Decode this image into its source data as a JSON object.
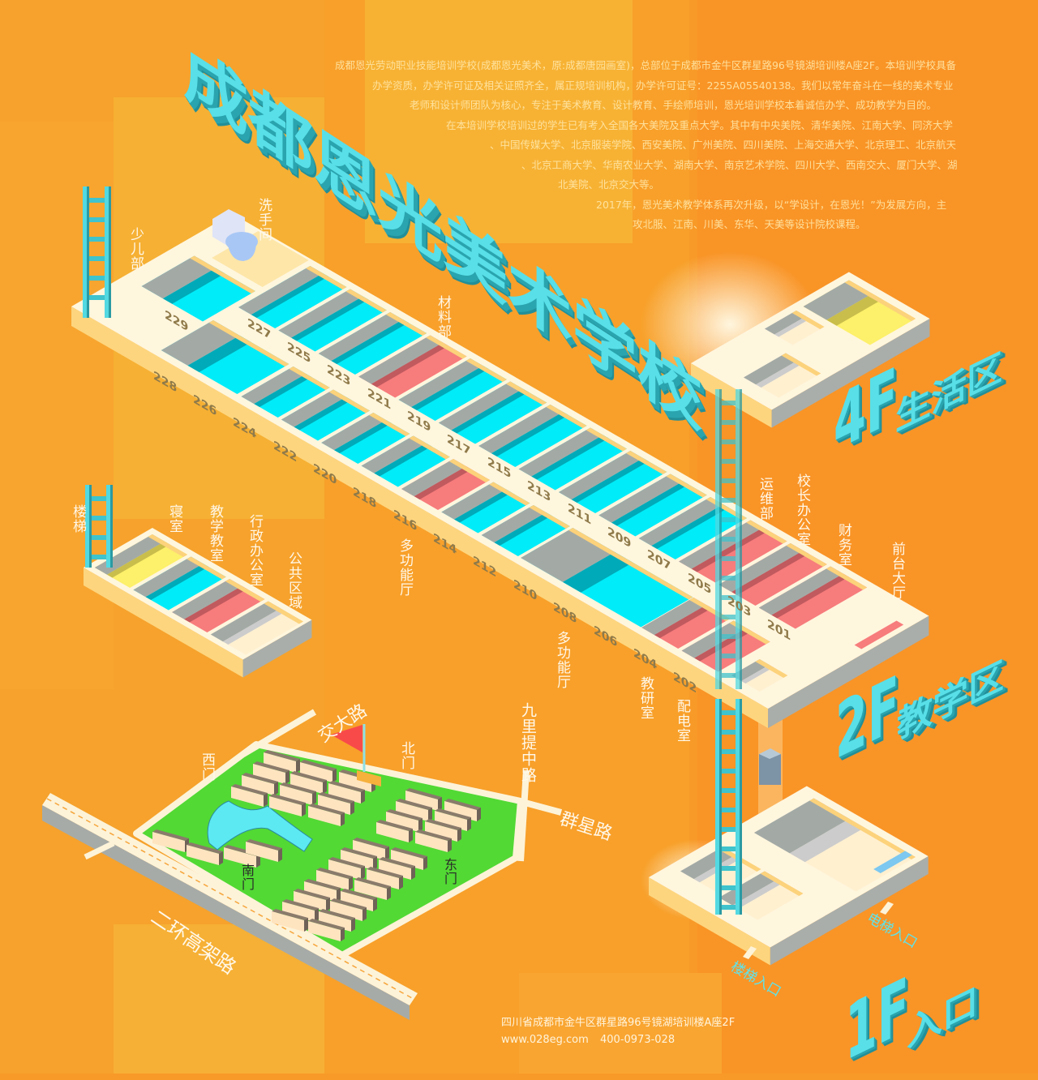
{
  "title": "成都恩光美术学校",
  "intro": [
    "成都恩光劳动职业技能培训学校(成都恩光美术，原:成都唐园画室)，总部位于成都市金牛区群星路96号镜湖培训楼A座2F。本培训学校具备",
    "办学资质，办学许可证及相关证照齐全，属正规培训机构，办学许可证号：2255A05540138。我们以常年奋斗在一线的美术专业",
    "老师和设计师团队为核心，专注于美术教育、设计教育、手绘师培训，恩光培训学校本着诚信办学、成功教学为目的。",
    "在本培训学校培训过的学生已有考入全国各大美院及重点大学。其中有中央美院、清华美院、江南大学、同济大学",
    "、中国传媒大学、北京服装学院、西安美院、广州美院、四川美院、上海交通大学、北京理工、北京航天",
    "、北京工商大学、华南农业大学、湖南大学、南京艺术学院、四川大学、西南交大、厦门大学、湖",
    "北美院、北京交大等。",
    "2017年，恩光美术教学体系再次升级，以“学设计，在恩光！”为发展方向，主",
    "攻北服、江南、川美、东华、天美等设计院校课程。"
  ],
  "floors": {
    "f4": {
      "num": "4F",
      "name": "生活区"
    },
    "f2": {
      "num": "2F",
      "name": "教学区"
    },
    "f1": {
      "num": "1F",
      "name": "入口"
    }
  },
  "labels_2f": [
    "少儿部",
    "洗手间",
    "材料部",
    "运维部",
    "校长办公室",
    "财务室",
    "前台大厅",
    "多功能厅",
    "多功能厅",
    "教研室",
    "配电室"
  ],
  "labels_left": [
    "楼梯",
    "寝室",
    "教学教室",
    "行政办公室",
    "公共区域"
  ],
  "rooms": {
    "extra": {
      "no": "229",
      "color": "cyan"
    },
    "even": [
      {
        "no": "228",
        "color": "cyan"
      },
      {
        "no": "226",
        "color": "cyan"
      },
      {
        "no": "224",
        "color": "cyan"
      },
      {
        "no": "222",
        "color": "cyan"
      },
      {
        "no": "220",
        "color": "cyan"
      },
      {
        "no": "218",
        "color": "cyan"
      },
      {
        "no": "216",
        "color": "pink"
      },
      {
        "no": "214",
        "color": "cyan"
      },
      {
        "no": "212",
        "color": "cyan"
      },
      {
        "no": "210",
        "color": "cyan"
      },
      {
        "no": "208",
        "color": "cyan"
      },
      {
        "no": "206",
        "color": "cyan"
      },
      {
        "no": "204",
        "color": "pink"
      },
      {
        "no": "202",
        "color": "pink"
      }
    ],
    "odd": [
      {
        "no": "227",
        "color": "cyan"
      },
      {
        "no": "225",
        "color": "cyan"
      },
      {
        "no": "223",
        "color": "cyan"
      },
      {
        "no": "221",
        "color": "pink"
      },
      {
        "no": "219",
        "color": "cyan"
      },
      {
        "no": "217",
        "color": "cyan"
      },
      {
        "no": "215",
        "color": "cyan"
      },
      {
        "no": "213",
        "color": "cyan"
      },
      {
        "no": "211",
        "color": "cyan"
      },
      {
        "no": "209",
        "color": "cyan"
      },
      {
        "no": "207",
        "color": "cyan"
      },
      {
        "no": "205",
        "color": "pink"
      },
      {
        "no": "203",
        "color": "pink"
      },
      {
        "no": "201",
        "color": "pink"
      }
    ]
  },
  "map": {
    "roads": {
      "jiaoda": "交大路",
      "jiuli": "九里提中路",
      "qunxing": "群星路",
      "erhuan": "二环高架路"
    },
    "gates": {
      "north": "北门",
      "west": "西门",
      "south": "南门",
      "east": "东门"
    }
  },
  "entrances": {
    "elevator": "电梯入口",
    "stairs": "楼梯入口"
  },
  "footer": {
    "address": "四川省成都市金牛区群星路96号镜湖培训楼A座2F",
    "website": "www.028eg.com",
    "phone": "400-0973-028"
  },
  "colors": {
    "background": "#f89a28",
    "teal": "#58dfe8",
    "cyan_room": "#00ecf8",
    "pink_room": "#f77c7c",
    "yellow_room": "#fdf06a",
    "campus_green": "#52d934"
  }
}
